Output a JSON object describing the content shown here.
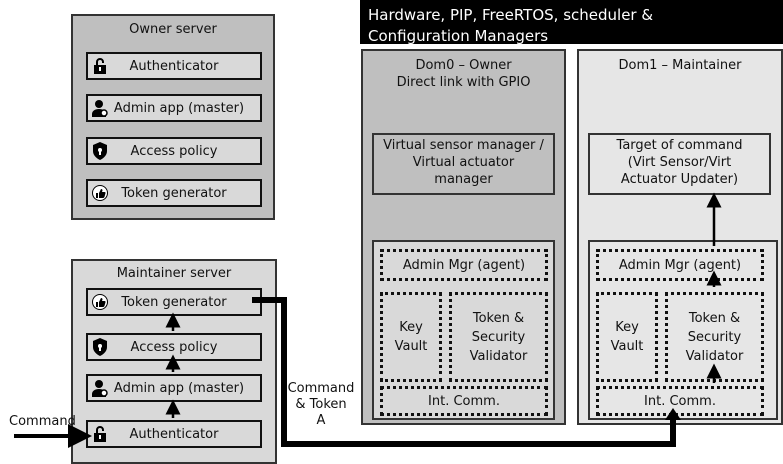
{
  "header": {
    "line1": "Hardware, PIP, FreeRTOS, scheduler &",
    "line2": "Configuration Managers"
  },
  "owner_server": {
    "title": "Owner server",
    "items": [
      "Authenticator",
      "Admin app (master)",
      "Access policy",
      "Token generator"
    ]
  },
  "maintainer_server": {
    "title": "Maintainer server",
    "items": [
      "Token generator",
      "Access policy",
      "Admin app (master)",
      "Authenticator"
    ]
  },
  "dom0": {
    "title_line1": "Dom0 – Owner",
    "title_line2": "Direct link with GPIO",
    "vsm_line1": "Virtual sensor manager /",
    "vsm_line2": "Virtual actuator",
    "vsm_line3": "manager",
    "admin_mgr": "Admin Mgr (agent)",
    "key_vault_line1": "Key",
    "key_vault_line2": "Vault",
    "validator_line1": "Token &",
    "validator_line2": "Security",
    "validator_line3": "Validator",
    "int_comm": "Int. Comm."
  },
  "dom1": {
    "title": "Dom1 – Maintainer",
    "target_line1": "Target of command",
    "target_line2": "(Virt Sensor/Virt",
    "target_line3": "Actuator Updater)",
    "admin_mgr": "Admin Mgr (agent)",
    "key_vault_line1": "Key",
    "key_vault_line2": "Vault",
    "validator_line1": "Token &",
    "validator_line2": "Security",
    "validator_line3": "Validator",
    "int_comm": "Int. Comm."
  },
  "annotations": {
    "command_token_line1": "Command",
    "command_token_line2": "& Token",
    "command_token_line3": "A",
    "command": "Command"
  },
  "icons": {
    "authenticator": "padlock-icon",
    "admin_app": "user-gear-icon",
    "access_policy": "shield-icon",
    "token_generator": "thumbs-up-icon"
  }
}
